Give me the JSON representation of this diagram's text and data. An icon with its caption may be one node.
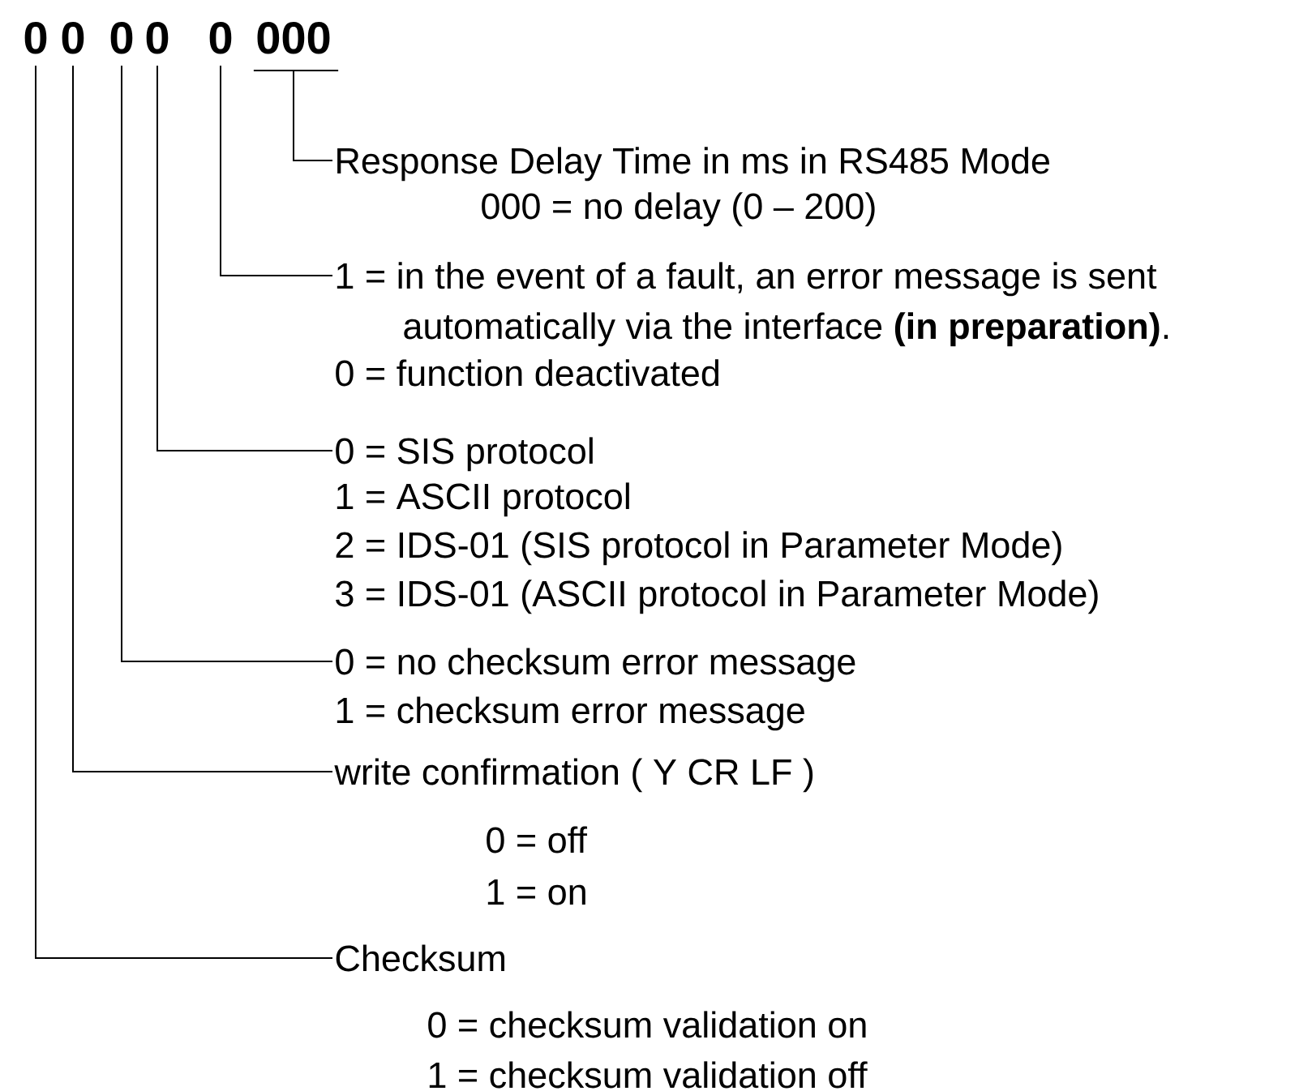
{
  "diagram": {
    "nodes": [
      {
        "text": [
          "0"
        ]
      },
      {
        "text": [
          "0"
        ]
      },
      {
        "text": [
          "0"
        ]
      },
      {
        "text": [
          "0"
        ]
      },
      {
        "text": [
          "0"
        ]
      },
      {
        "text": [
          "000"
        ]
      },
      {
        "text": [
          "Response Delay Time in ms in RS485 Mode",
          "000 = no delay (0 – 200)"
        ]
      },
      {
        "text": [
          "1 = in the event of a fault, an error message is sent automatically via the interface **(in preparation)**.",
          "0 = function deactivated"
        ]
      },
      {
        "text": [
          "0 = SIS protocol",
          "1 = ASCII protocol",
          "2 = IDS-01 (SIS protocol in Parameter Mode)",
          "3 = IDS-01 (ASCII protocol in Parameter Mode)"
        ]
      },
      {
        "text": [
          "0 = no checksum error message",
          "1 = checksum error message"
        ]
      },
      {
        "text": [
          "write confirmation ( Y CR LF )",
          "0 = off",
          "1 = on"
        ]
      },
      {
        "text": [
          "Checksum",
          "0 = checksum validation on",
          "1 = checksum validation off"
        ]
      }
    ],
    "edges": [
      {
        "from": 5,
        "to": 6,
        "arrow": "none"
      },
      {
        "from": 4,
        "to": 7,
        "arrow": "none"
      },
      {
        "from": 3,
        "to": 8,
        "arrow": "none"
      },
      {
        "from": 2,
        "to": 9,
        "arrow": "none"
      },
      {
        "from": 1,
        "to": 10,
        "arrow": "none"
      },
      {
        "from": 0,
        "to": 11,
        "arrow": "none"
      }
    ]
  }
}
